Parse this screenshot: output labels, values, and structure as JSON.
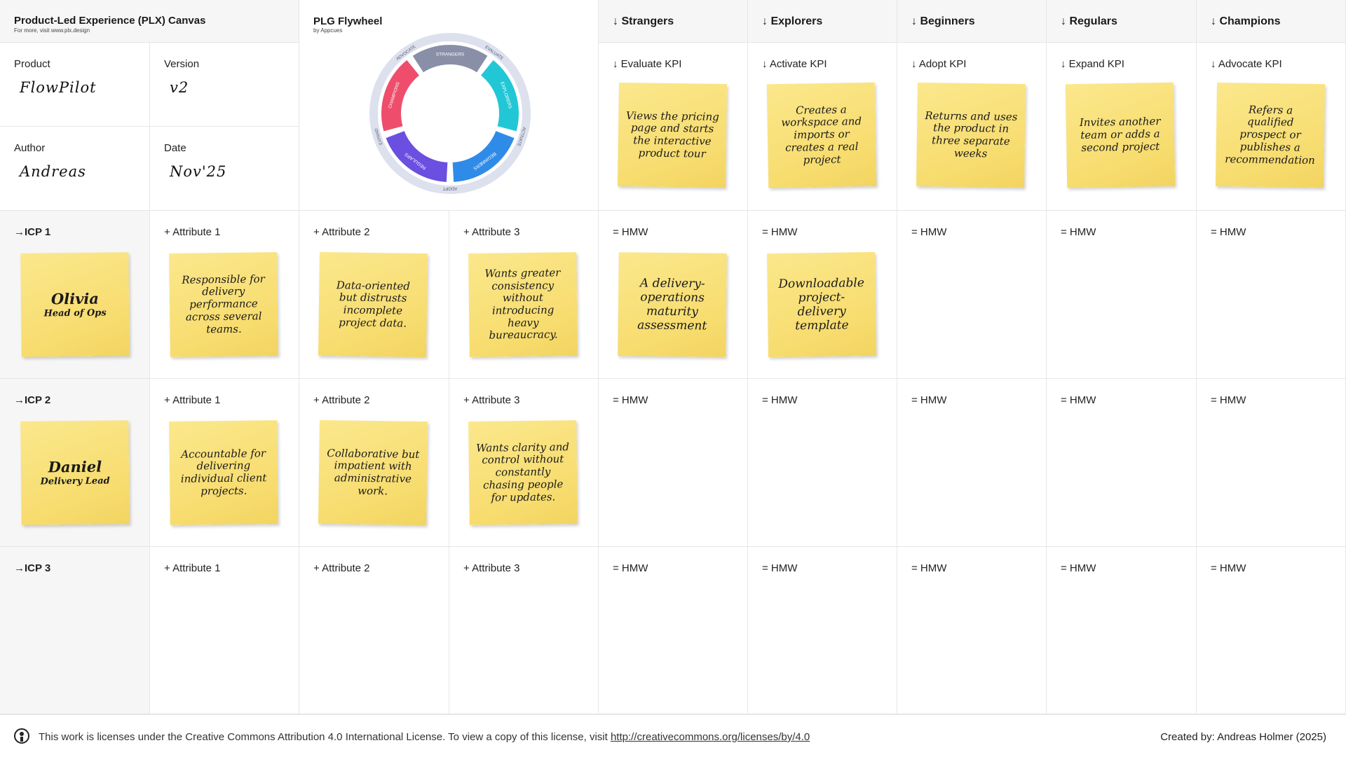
{
  "canvas": {
    "title": "Product-Led Experience (PLX) Canvas",
    "subtitle": "For more, visit www.plx.design"
  },
  "meta": {
    "product_label": "Product",
    "product_value": "FlowPilot",
    "version_label": "Version",
    "version_value": "v2",
    "author_label": "Author",
    "author_value": "Andreas",
    "date_label": "Date",
    "date_value": "Nov'25"
  },
  "flywheel": {
    "title": "PLG Flywheel",
    "subtitle": "by Appcues",
    "segments": [
      "STRANGERS",
      "EXPLORERS",
      "BEGINNERS",
      "REGULARS",
      "CHAMPIONS"
    ],
    "outer_labels": [
      "EVALUATE",
      "ACTIVATE",
      "ADOPT",
      "EXPAND",
      "ADVOCATE"
    ],
    "colors": [
      "#8a8fa8",
      "#22c7d6",
      "#2f8be8",
      "#6a4fe0",
      "#ee4d6c"
    ]
  },
  "stages": [
    {
      "header": "↓ Strangers",
      "kpi": "↓ Evaluate KPI",
      "note": "Views the pricing page and starts the interactive product tour"
    },
    {
      "header": "↓ Explorers",
      "kpi": "↓ Activate KPI",
      "note": "Creates a workspace and imports or creates a real project"
    },
    {
      "header": "↓ Beginners",
      "kpi": "↓ Adopt KPI",
      "note": "Returns and uses the product in three separate weeks"
    },
    {
      "header": "↓ Regulars",
      "kpi": "↓ Expand KPI",
      "note": "Invites another team or adds a second project"
    },
    {
      "header": "↓ Champions",
      "kpi": "↓ Advocate KPI",
      "note": "Refers a qualified prospect or publishes a recommendation"
    }
  ],
  "icps": [
    {
      "label": "→ICP 1",
      "persona_name": "Olivia",
      "persona_role": "Head of Ops",
      "attr_labels": [
        "+ Attribute 1",
        "+ Attribute 2",
        "+ Attribute 3"
      ],
      "attributes": [
        "Responsible for delivery performance across several teams.",
        "Data-oriented but distrusts incomplete project data.",
        "Wants greater consistency without introducing heavy bureaucracy."
      ],
      "hmw_label": "= HMW",
      "hmw": [
        "A delivery-operations maturity assessment",
        "Downloadable project-delivery template",
        "",
        "",
        ""
      ]
    },
    {
      "label": "→ICP 2",
      "persona_name": "Daniel",
      "persona_role": "Delivery Lead",
      "attr_labels": [
        "+ Attribute 1",
        "+ Attribute 2",
        "+ Attribute 3"
      ],
      "attributes": [
        "Accountable for delivering individual client projects.",
        "Collaborative but impatient with administrative work.",
        "Wants clarity and control without constantly chasing people for updates."
      ],
      "hmw_label": "= HMW",
      "hmw": [
        "",
        "",
        "",
        "",
        ""
      ]
    },
    {
      "label": "→ICP 3",
      "persona_name": "",
      "persona_role": "",
      "attr_labels": [
        "+ Attribute 1",
        "+ Attribute 2",
        "+ Attribute 3"
      ],
      "attributes": [
        "",
        "",
        ""
      ],
      "hmw_label": "= HMW",
      "hmw": [
        "",
        "",
        "",
        "",
        ""
      ]
    }
  ],
  "footer": {
    "license_text": "This work is licenses under the Creative Commons Attribution 4.0 International License. To view a copy of this license, visit ",
    "license_link": "http://creativecommons.org/licenses/by/4.0",
    "credit": "Created by: Andreas Holmer (2025)"
  }
}
